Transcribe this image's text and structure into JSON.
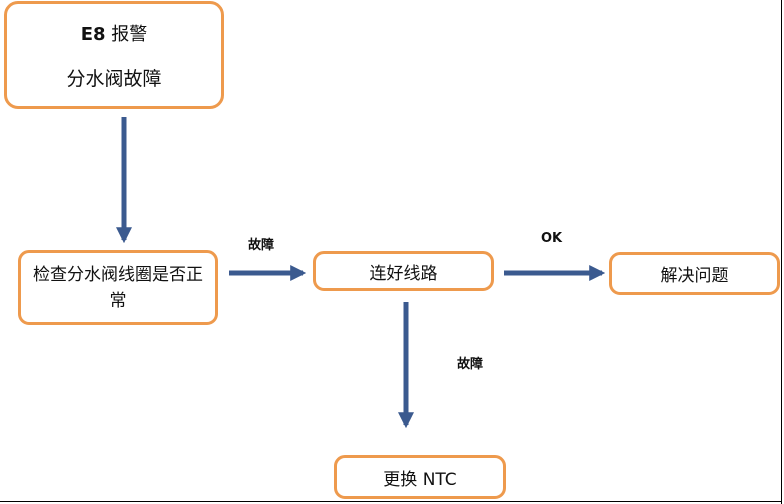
{
  "nodes": {
    "start": {
      "code": "E8",
      "title": "报警",
      "subtitle": "分水阀故障"
    },
    "check": {
      "label": "检查分水阀线圈是否正常"
    },
    "wire": {
      "label": "连好线路"
    },
    "solve": {
      "label": "解决问题"
    },
    "ntc": {
      "label": "更换 NTC"
    }
  },
  "edges": {
    "check_to_wire": {
      "label": "故障"
    },
    "wire_to_solve": {
      "label": "OK"
    },
    "wire_to_ntc": {
      "label": "故障"
    }
  },
  "colors": {
    "box_border": "#ee9a4d",
    "arrow": "#3b5a8f"
  }
}
